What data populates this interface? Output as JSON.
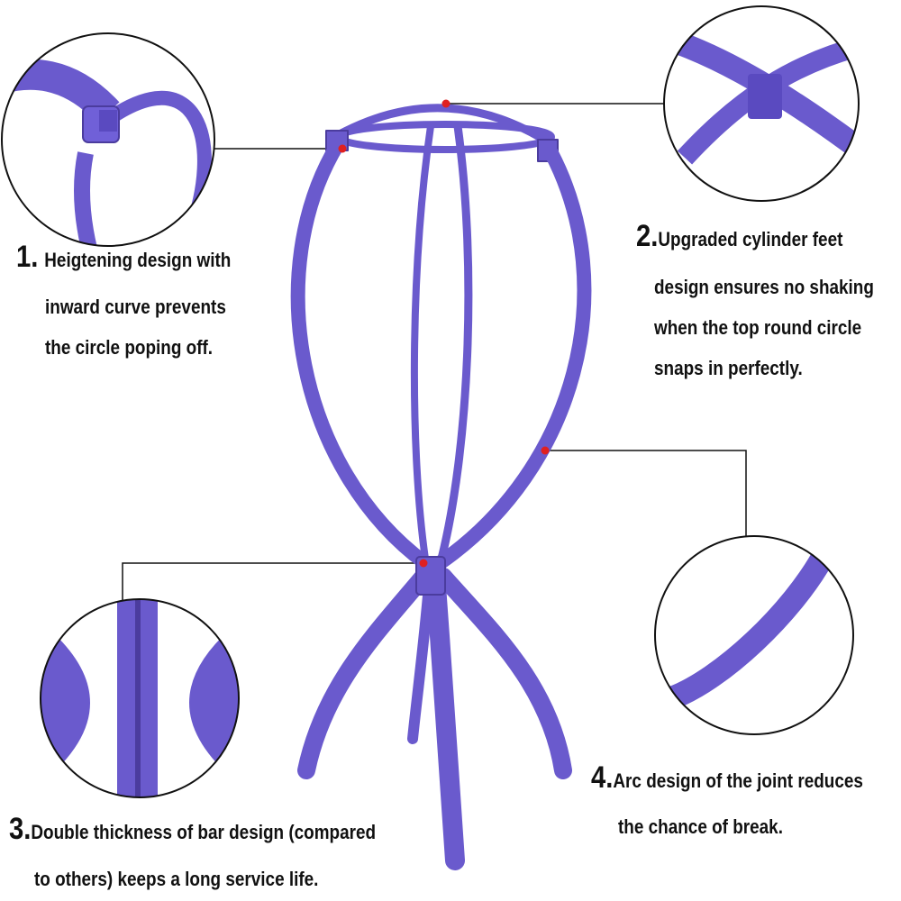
{
  "colors": {
    "stand_purple": "#6a5acd",
    "stand_dark": "#4b3c9e",
    "marker_red": "#e02020",
    "leader_line": "#111111",
    "background": "#ffffff"
  },
  "features": [
    {
      "number": "1.",
      "lines": [
        "Heigtening design with",
        "inward curve prevents",
        "the circle poping off."
      ]
    },
    {
      "number": "2.",
      "lines": [
        "Upgraded cylinder feet",
        "design ensures no shaking",
        "when the top round circle",
        "snaps in perfectly."
      ]
    },
    {
      "number": "3.",
      "lines": [
        "Double thickness of bar design (compared",
        "to others) keeps a long service life."
      ]
    },
    {
      "number": "4.",
      "lines": [
        "Arc design of the joint reduces",
        "the chance of break."
      ]
    }
  ]
}
